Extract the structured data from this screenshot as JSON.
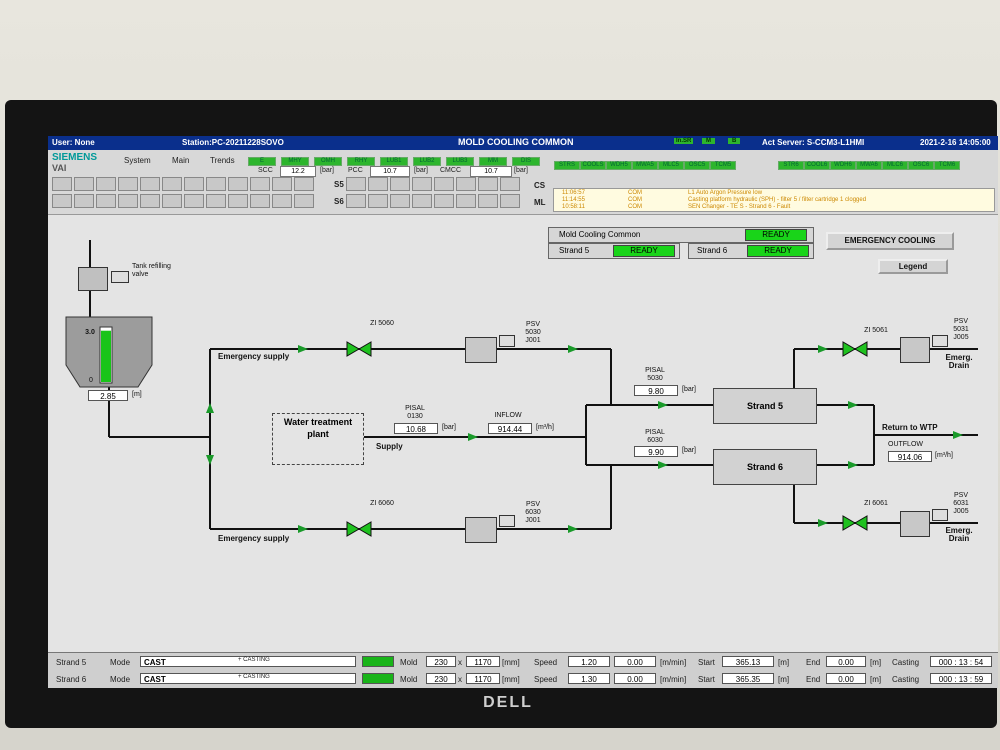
{
  "header": {
    "user": "User: None",
    "station": "Station:PC-20211228SOVO",
    "title": "MOLD COOLING COMMON",
    "left_badge": "In.SR",
    "mid_badges": [
      "M",
      "B"
    ],
    "server": "Act Server: S-CCM3-L1HMI",
    "datetime": "2021-2-16 14:05:00"
  },
  "brand": {
    "siemens": "SIEMENS",
    "vai": "VAI"
  },
  "menu": [
    "System",
    "Main",
    "Trends"
  ],
  "status_row1": [
    "E",
    "MHY",
    "OMH",
    "RHY",
    "LUB1",
    "LUB2",
    "LUB3",
    "MM",
    "DIS"
  ],
  "status_row2a": [
    "STRS",
    "COOLS",
    "WDH5",
    "MWA5",
    "MLC5",
    "OSC5",
    "TCM5"
  ],
  "status_row2b": [
    "STR6",
    "COOL6",
    "WDH6",
    "MWA6",
    "MLC6",
    "OSC6",
    "TCM6"
  ],
  "pressures": {
    "scc_label": "SCC",
    "scc": "12.2",
    "pcc_label": "PCC",
    "pcc": "10.7",
    "cmcc_label": "CMCC",
    "cmcc": "10.7",
    "unit": "[bar]"
  },
  "toolbar_labels": {
    "s5": "S5",
    "s6": "S6",
    "cs": "CS",
    "ml": "ML"
  },
  "alarms": [
    {
      "time": "11:06:57",
      "src": "COM",
      "msg": "L1 Auto Argon Pressure low"
    },
    {
      "time": "11:14:55",
      "src": "COM",
      "msg": "Casting platform hydraulic (SPH) - filter 5 / filter cartridge 1 clogged"
    },
    {
      "time": "10:58:11",
      "src": "COM",
      "msg": "SEN Changer - TE S - Strand 6 - Fault"
    }
  ],
  "panels": {
    "mold_cooling_common": "Mold Cooling Common",
    "mcc_status": "READY",
    "strand5": "Strand 5",
    "strand5_status": "READY",
    "strand6": "Strand 6",
    "strand6_status": "READY",
    "emergency_cooling": "EMERGENCY COOLING",
    "legend": "Legend"
  },
  "tank": {
    "label": "Tank refilling valve",
    "max": "3.0",
    "min": "0",
    "level": "2.85",
    "unit": "[m]",
    "fill_fraction": 0.95
  },
  "process": {
    "emergency_supply_top": "Emergency supply",
    "emergency_supply_bottom": "Emergency supply",
    "zi5060": "ZI 5060",
    "zi6060": "ZI 6060",
    "psv5030": "PSV 5030 J001",
    "psv6030": "PSV 6030 J001",
    "wtp": "Water treatment plant",
    "supply": "Supply",
    "pisal0130": "PISAL 0130",
    "pisal0130_val": "10.68",
    "inflow": "INFLOW",
    "inflow_val": "914.44",
    "flow_unit": "[m³/h]",
    "bar_unit": "[bar]",
    "pisal5030": "PISAL 5030",
    "pisal5030_val": "9.80",
    "pisal6030": "PISAL 6030",
    "pisal6030_val": "9.90",
    "strand5": "Strand 5",
    "strand6": "Strand 6",
    "return_wtp": "Return to WTP",
    "outflow": "OUTFLOW",
    "outflow_val": "914.06",
    "zi5061": "ZI 5061",
    "zi6061": "ZI 6061",
    "psv5031": "PSV 5031 J005",
    "psv6031": "PSV 6031 J005",
    "drain_top": "Emerg. Drain",
    "drain_bottom": "Emerg. Drain"
  },
  "statusbar": [
    {
      "strand": "Strand 5",
      "mode_label": "Mode",
      "mode": "CAST",
      "sub": "+ CASTING",
      "mold_label": "Mold",
      "w": "230",
      "x": "x",
      "h": "1170",
      "mm": "[mm]",
      "speed_label": "Speed",
      "speed": "1.20",
      "speed2": "0.00",
      "speed_unit": "[m/min]",
      "start_label": "Start",
      "start": "365.13",
      "m": "[m]",
      "end_label": "End",
      "end": "0.00",
      "m2": "[m]",
      "casting_label": "Casting",
      "casting": "000 : 13 : 54"
    },
    {
      "strand": "Strand 6",
      "mode_label": "Mode",
      "mode": "CAST",
      "sub": "+ CASTING",
      "mold_label": "Mold",
      "w": "230",
      "x": "x",
      "h": "1170",
      "mm": "[mm]",
      "speed_label": "Speed",
      "speed": "1.30",
      "speed2": "0.00",
      "speed_unit": "[m/min]",
      "start_label": "Start",
      "start": "365.35",
      "m": "[m]",
      "end_label": "End",
      "end": "0.00",
      "m2": "[m]",
      "casting_label": "Casting",
      "casting": "000 : 13 : 59"
    }
  ],
  "monitor_brand": "DELL",
  "colors": {
    "title_bg": "#0a2f8c",
    "ready_green": "#19d419",
    "valve_green": "#1fc21f",
    "pipe": "#111111"
  }
}
